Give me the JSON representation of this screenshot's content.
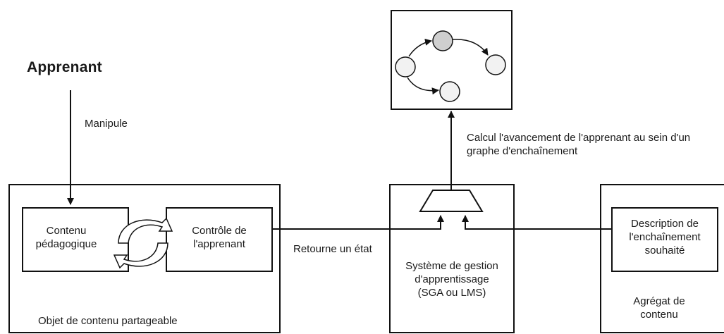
{
  "actor": "Apprenant",
  "manipulate_label": "Manipule",
  "sco": {
    "content_label": "Contenu pédagogique",
    "control_label": "Contrôle de l'apprenant",
    "caption": "Objet de contenu partageable"
  },
  "return_label": "Retourne un état",
  "lms": {
    "label": "Système de gestion d'apprentissage (SGA ou LMS)"
  },
  "calc_label": "Calcul l'avancement de l'apprenant au sein d'un graphe d'enchaînement",
  "aggregate": {
    "description_label": "Description de l'enchaînement souhaité",
    "caption": "Agrégat de contenu"
  },
  "colors": {
    "stroke": "#111111",
    "node_fill": "#f2f2f2",
    "node_highlight": "#c8c8c8",
    "cycle_fill": "#ffffff"
  }
}
